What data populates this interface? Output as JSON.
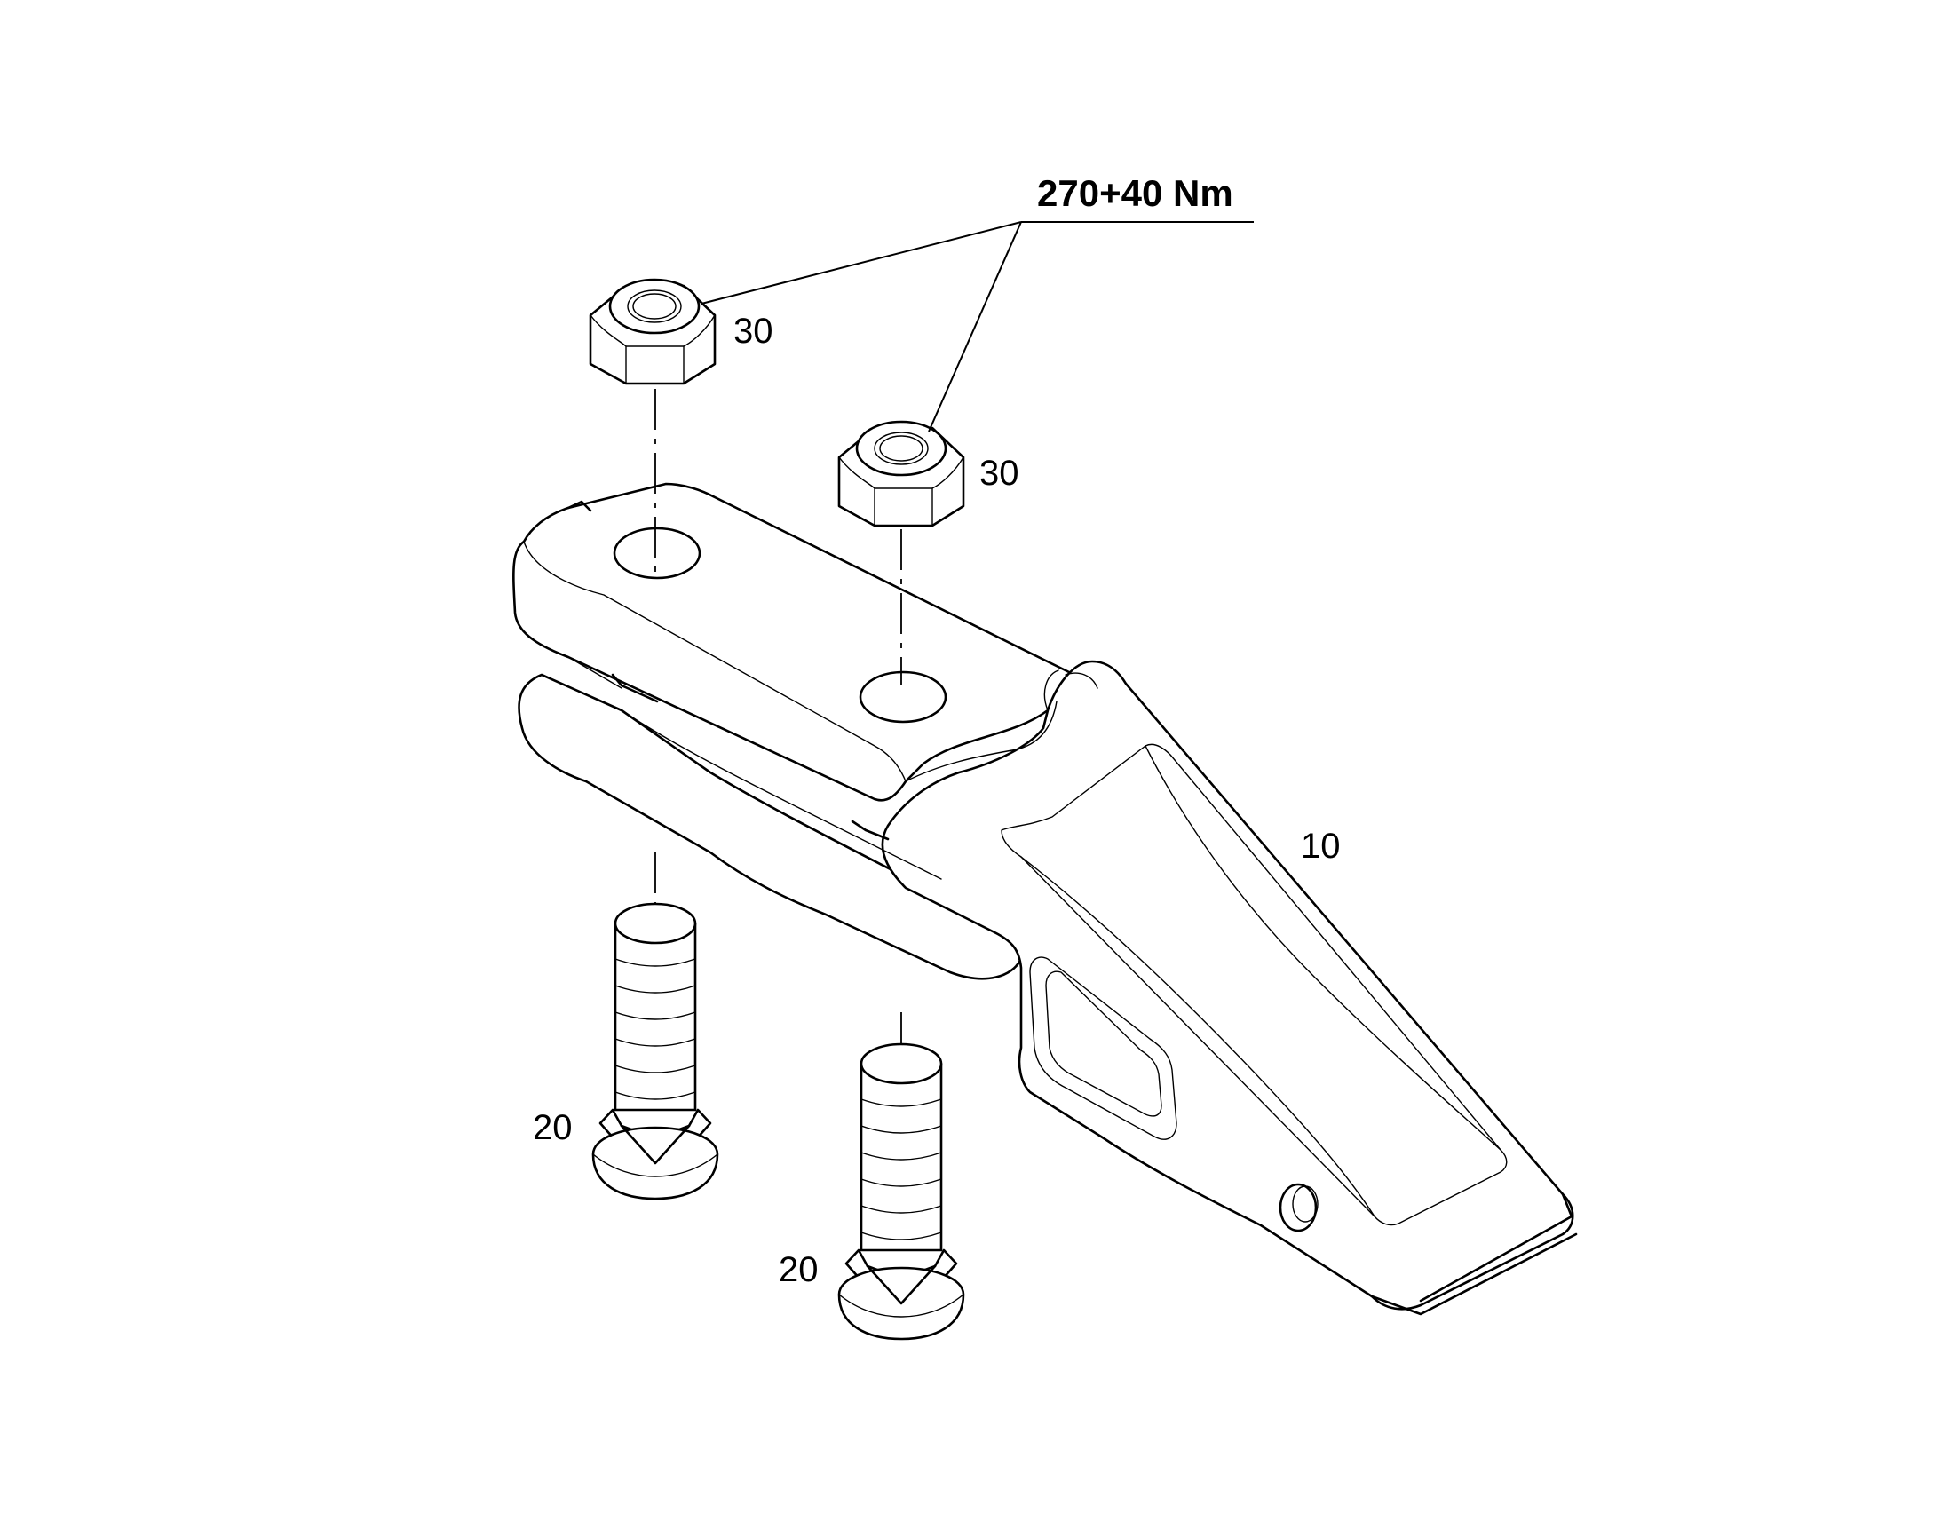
{
  "torque_label": "270+40 Nm",
  "callouts": {
    "nut_left": "30",
    "nut_right": "30",
    "tooth": "10",
    "bolt_left": "20",
    "bolt_right": "20"
  }
}
